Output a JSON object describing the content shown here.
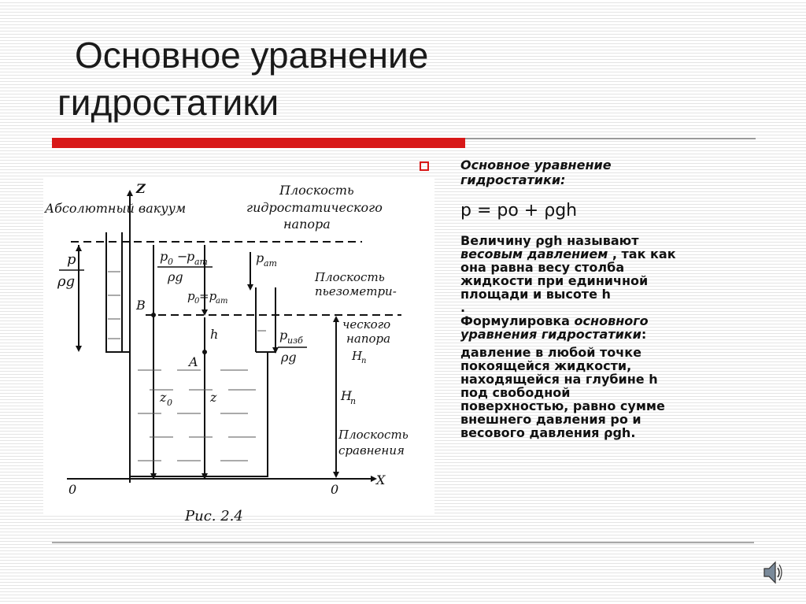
{
  "slide": {
    "title_line1": "Основное уравнение",
    "title_line2": "гидростатики"
  },
  "figure": {
    "labels": {
      "axis_z": "Z",
      "vacuum": "Абсолютный вакуум",
      "plane_hydro_1": "Плоскость",
      "plane_hydro_2": "гидростатического",
      "plane_hydro_3": "напора",
      "p_over": "p",
      "rho_g": "ρg",
      "p0_minus_pat_num": "p",
      "p0_sub": "0",
      "minus": "−",
      "pat_num": "p",
      "pat_sub": "ат",
      "p_at_arrow": "p",
      "p_at_sub": "ат",
      "plane_piezo_1": "Плоскость",
      "plane_piezo_2": "пьезометри-",
      "plane_piezo_3": "ческого",
      "plane_piezo_4": "напора",
      "plane_piezo_5": "H",
      "plane_piezo_5_sub": "п",
      "point_B": "B",
      "p0_eq_pat": "p",
      "p0_eq_pat_sub": "0",
      "eq_pat": "=p",
      "eq_pat_sub": "ат",
      "h_label": "h",
      "point_A": "A",
      "p_izb": "p",
      "p_izb_sub": "изб",
      "z0_label": "z",
      "z0_sub": "0",
      "z_label": "z",
      "Hp_label": "H",
      "Hp_sub": "п",
      "plane_cmp_1": "Плоскость",
      "plane_cmp_2": "сравнения",
      "origin_left": "0",
      "origin_right": "0",
      "axis_x": "X",
      "caption": "Рис. 2.4"
    }
  },
  "text": {
    "heading_1": "Основное уравнение",
    "heading_2": "гидростатики:",
    "formula": "p = po + ρgh",
    "para1_a": "Величину  ρgh  называют",
    "para1_b_italic": "весовым давлением",
    "para1_b_rest": " , так как",
    "para1_c": "она равна весу столба",
    "para1_d": "жидкости при единичной",
    "para1_e": "площади и высоте  h",
    "para1_dot": ".",
    "para2_a": "Формулировка ",
    "para2_a_italic": "основного",
    "para2_b_italic": "уравнения гидростатики",
    "para2_b_rest": ":",
    "para3_a": "давление в любой точке",
    "para3_b": "покоящейся жидкости,",
    "para3_c": "находящейся на глубине  h",
    "para3_d": "под свободной",
    "para3_e": "поверхностью, равно сумме",
    "para3_f": "внешнего давления  ро и",
    "para3_g": "весового давления    ρgh."
  },
  "icons": {
    "bullet": "hollow-square-bullet-icon",
    "speaker": "speaker-icon"
  },
  "colors": {
    "accent_red": "#d81818",
    "text": "#111111"
  }
}
